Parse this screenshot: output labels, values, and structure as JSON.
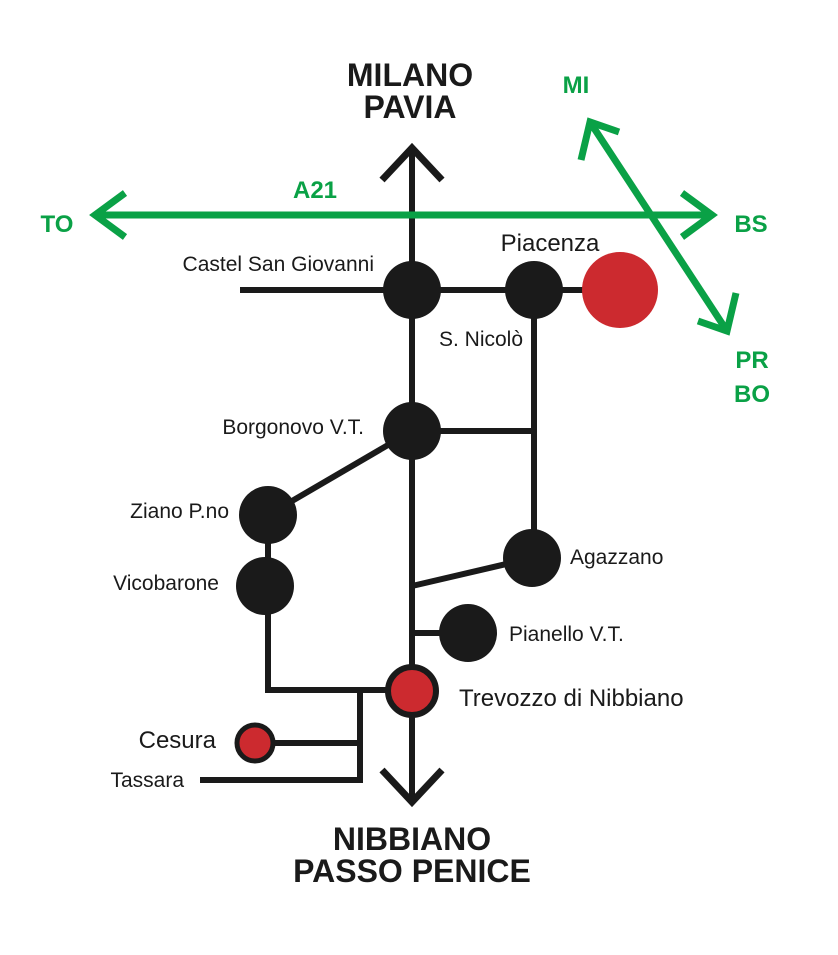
{
  "colors": {
    "road": "#1a1a1a",
    "highway": "#0aa146",
    "highlight": "#cc2a2f",
    "background": "#ffffff"
  },
  "headings": {
    "north_line1": "MILANO",
    "north_line2": "PAVIA",
    "south_line1": "NIBBIANO",
    "south_line2": "PASSO PENICE"
  },
  "highway": {
    "name": "A21",
    "west": "TO",
    "east": "BS",
    "northeast": "MI",
    "southeast_line1": "PR",
    "southeast_line2": "BO"
  },
  "places": {
    "castel_san_giovanni": "Castel San Giovanni",
    "piacenza": "Piacenza",
    "s_nicolo": "S. Nicolò",
    "borgonovo": "Borgonovo V.T.",
    "ziano": "Ziano P.no",
    "vicobarone": "Vicobarone",
    "agazzano": "Agazzano",
    "pianello": "Pianello V.T.",
    "trevozzo": "Trevozzo di Nibbiano",
    "cesura": "Cesura",
    "tassara": "Tassara"
  },
  "highlighted_places": [
    "Piacenza",
    "Trevozzo di Nibbiano",
    "Cesura"
  ]
}
